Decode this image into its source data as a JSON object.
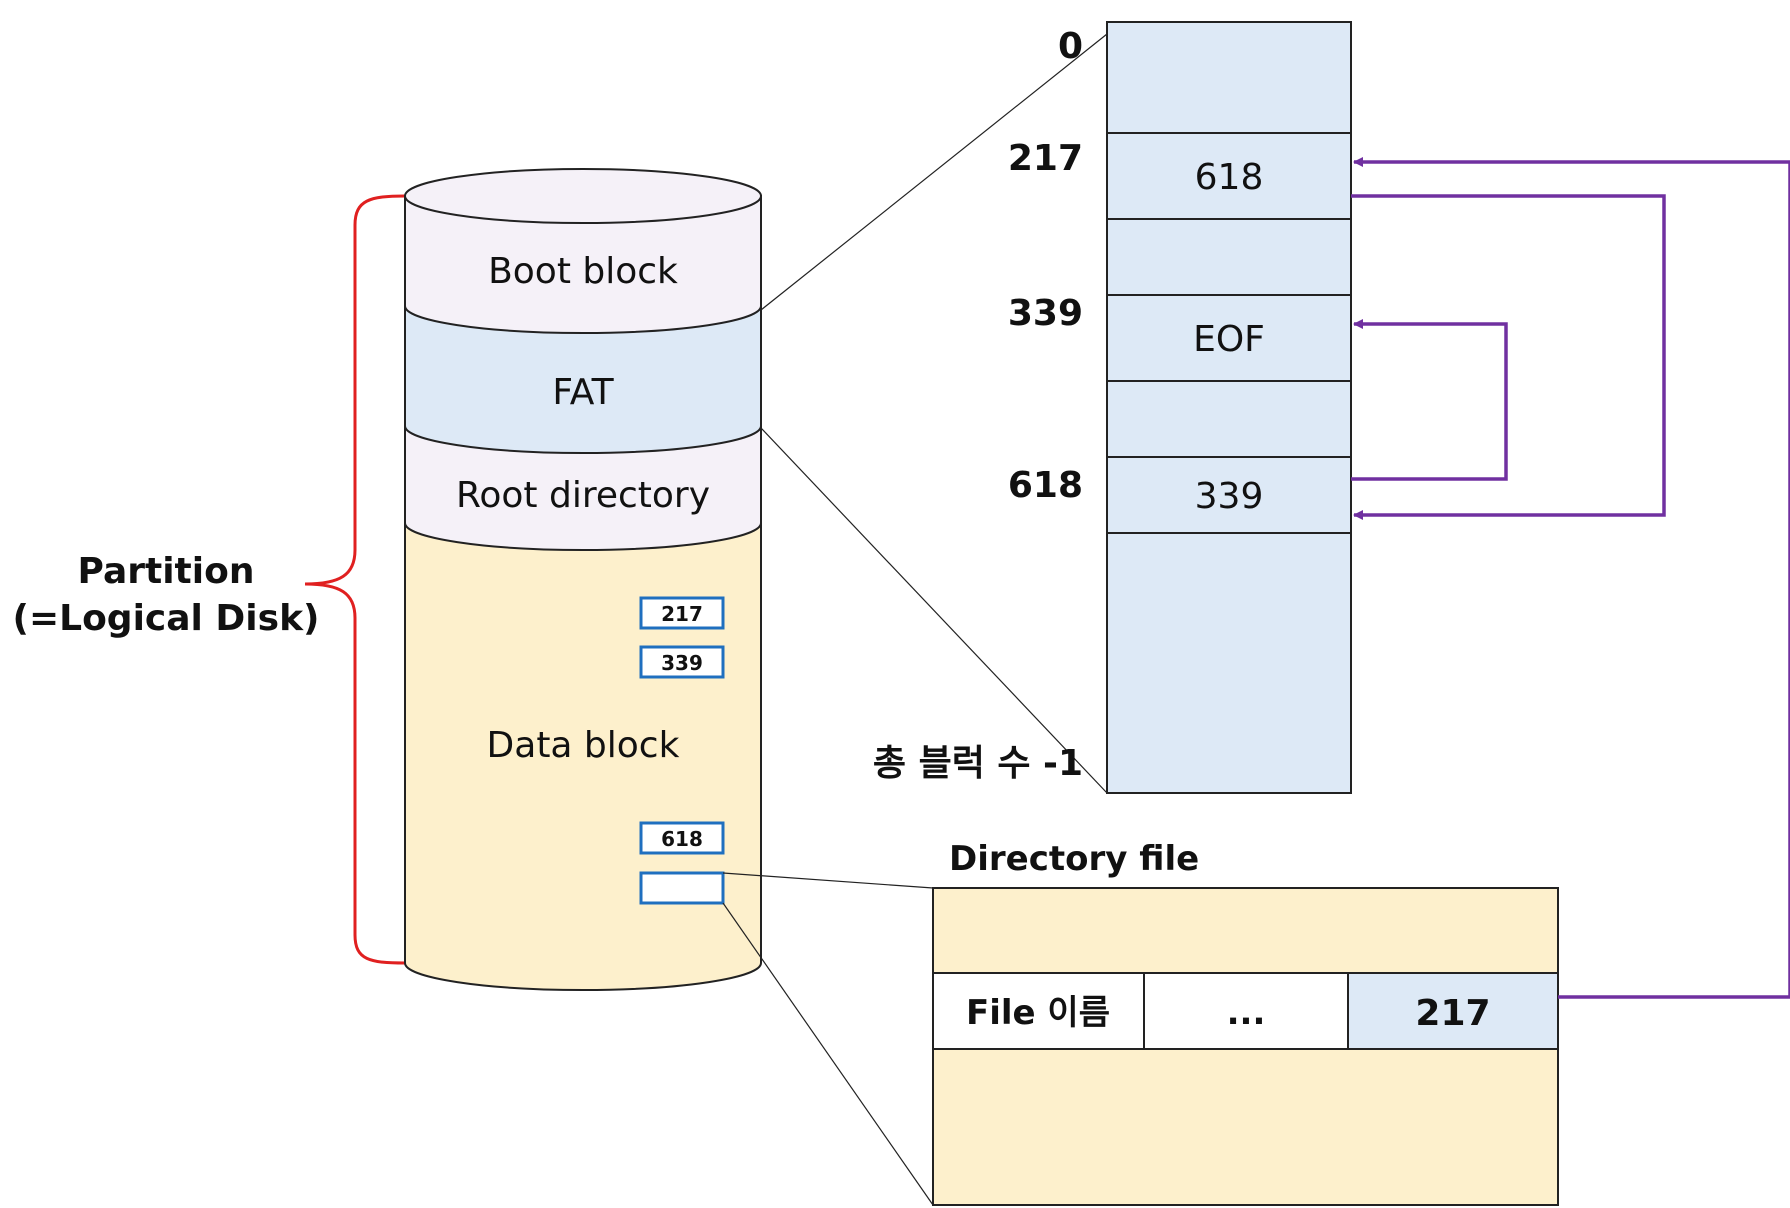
{
  "partition": {
    "label_line1": "Partition",
    "label_line2": "(=Logical Disk)"
  },
  "cylinder": {
    "boot_block": "Boot block",
    "fat": "FAT",
    "root_directory": "Root directory",
    "data_block": "Data block",
    "small_blocks": [
      "217",
      "339",
      "618",
      ""
    ]
  },
  "fat_table": {
    "index_labels": [
      "0",
      "217",
      "339",
      "618",
      "총 블럭 수 -1"
    ],
    "entries": [
      "618",
      "EOF",
      "339"
    ]
  },
  "directory_file": {
    "title": "Directory file",
    "row": {
      "name": "File 이름",
      "ellipsis": "...",
      "first_block": "217"
    }
  },
  "colors": {
    "boot_fill": "#f5f1f8",
    "fat_fill": "#dde9f6",
    "data_fill": "#fdf0cc",
    "bracket": "#e02020",
    "arrow": "#7030a0",
    "block_border": "#1f6fbf"
  }
}
